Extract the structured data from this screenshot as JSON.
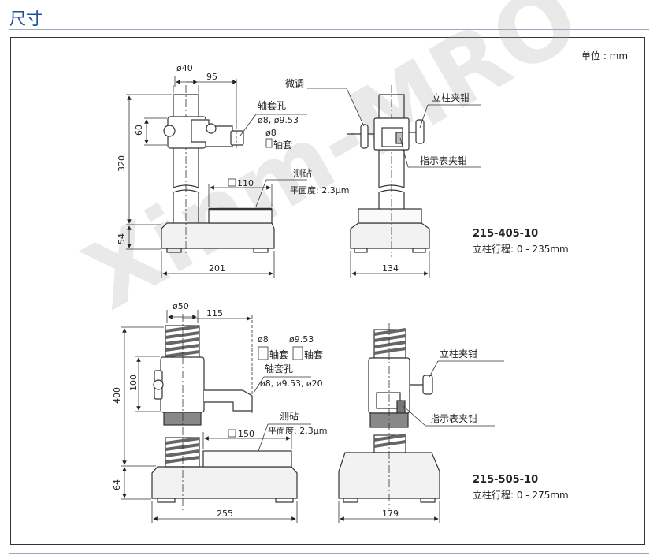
{
  "page": {
    "title": "尺寸"
  },
  "unit": "单位 : mm",
  "watermark": "Xinm-MRO",
  "model_a": {
    "model_no": "215-405-10",
    "stroke": "立柱行程: 0 - 235mm",
    "dims": {
      "d40": "ø40",
      "d95": "95",
      "d60": "60",
      "d320": "320",
      "d54": "54",
      "d201": "201",
      "d134": "134",
      "d110": "110"
    },
    "labels": {
      "bushing_hole": "轴套孔",
      "bushing_hole_sizes": "ø8, ø9.53",
      "bushing_d8": "ø8",
      "bushing": "轴套",
      "anvil": "测砧",
      "flatness": "平面度: 2.3μm",
      "fine_adj": "微调",
      "column_clamp": "立柱夹钳",
      "indicator_clamp": "指示表夹钳"
    }
  },
  "model_b": {
    "model_no": "215-505-10",
    "stroke": "立柱行程: 0 - 275mm",
    "dims": {
      "d50": "ø50",
      "d115": "115",
      "d100": "100",
      "d400": "400",
      "d64": "64",
      "d255": "255",
      "d179": "179",
      "d150": "150"
    },
    "labels": {
      "d8": "ø8",
      "d953": "ø9.53",
      "bushing1": "轴套",
      "bushing2": "轴套",
      "bushing_hole": "轴套孔",
      "bushing_hole_sizes": "ø8, ø9.53, ø20",
      "anvil": "测砧",
      "flatness": "平面度: 2.3μm",
      "column_clamp": "立柱夹钳",
      "indicator_clamp": "指示表夹钳"
    }
  }
}
